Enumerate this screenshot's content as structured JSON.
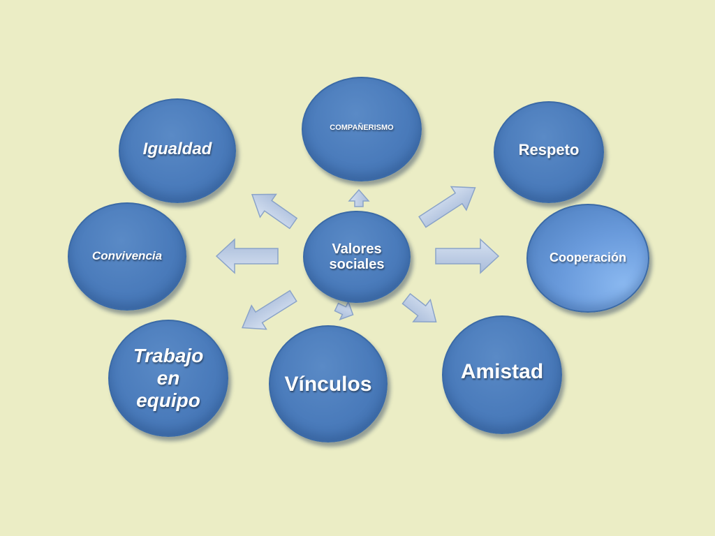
{
  "diagram": {
    "center": {
      "label": "Valores sociales"
    },
    "nodes": [
      {
        "id": "companerismo",
        "label": "COMPAÑERISMO"
      },
      {
        "id": "igualdad",
        "label": "Igualdad"
      },
      {
        "id": "respeto",
        "label": "Respeto"
      },
      {
        "id": "convivencia",
        "label": "Convivencia"
      },
      {
        "id": "cooperacion",
        "label": "Cooperación"
      },
      {
        "id": "trabajo",
        "label": "Trabajo en equipo"
      },
      {
        "id": "vinculos",
        "label": "Vínculos"
      },
      {
        "id": "amistad",
        "label": "Amistad"
      }
    ],
    "colors": {
      "background": "#ebedc5",
      "node_fill": "#4a7bbb",
      "node_border": "#3b6aa6",
      "arrow_fill": "#b9c9e2",
      "arrow_stroke": "#8aa3c8"
    }
  }
}
